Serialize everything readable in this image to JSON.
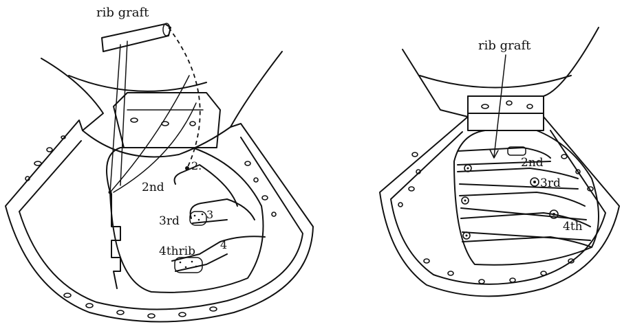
{
  "figure": {
    "left_panel": {
      "graft_label": "rib graft",
      "rib_2nd": "2nd",
      "rib_2_num": "2.",
      "rib_3rd": "3rd",
      "rib_3_num": "3",
      "rib_4th": "4thrib",
      "rib_4_num": "4"
    },
    "right_panel": {
      "graft_label": "rib graft",
      "rib_2nd": "2nd",
      "rib_3rd": "3rd",
      "rib_4th": "4th"
    }
  }
}
